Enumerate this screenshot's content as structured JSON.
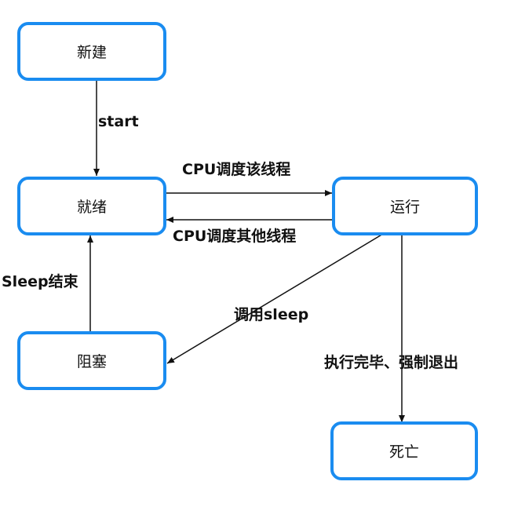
{
  "nodes": {
    "new": "新建",
    "ready": "就绪",
    "running": "运行",
    "blocked": "阻塞",
    "dead": "死亡"
  },
  "edges": {
    "start": "start",
    "cpu_schedule_this": "CPU调度该线程",
    "cpu_schedule_other": "CPU调度其他线程",
    "sleep_end": "Sleep结束",
    "call_sleep": "调用sleep",
    "finish_or_exit": "执行完毕、强制退出"
  },
  "colors": {
    "node_border": "#1a8cf0",
    "edge": "#111111"
  }
}
